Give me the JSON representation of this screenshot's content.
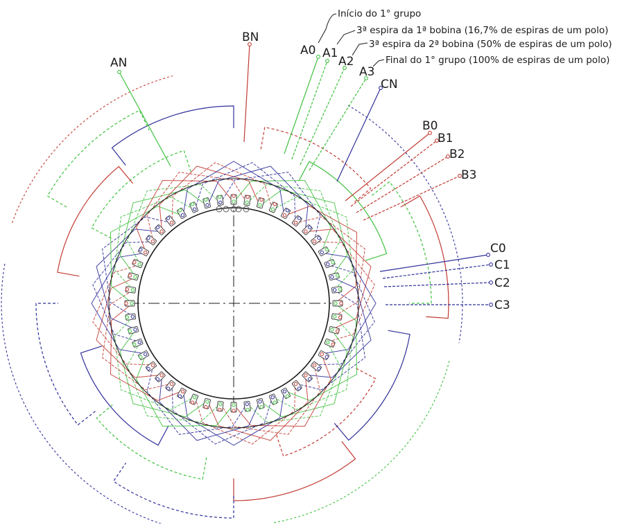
{
  "colors": {
    "phase_a": "#3ec13e",
    "phase_b": "#c23a32",
    "phase_c": "#2e2e9a",
    "ink": "#1a1a1a"
  },
  "terminals": {
    "A": [
      "AN",
      "A0",
      "A1",
      "A2",
      "A3"
    ],
    "B": [
      "BN",
      "B0",
      "B1",
      "B2",
      "B3"
    ],
    "C": [
      "CN",
      "C0",
      "C1",
      "C2",
      "C3"
    ]
  },
  "annotations": [
    "Início do 1° grupo",
    "3ª espira da 1ª bobina (16,7% de espiras de um polo)",
    "3ª espira da 2ª bobina (50% de espiras de um polo)",
    "Final do 1° grupo (100% de espiras de um polo)"
  ],
  "slot_count": 48
}
